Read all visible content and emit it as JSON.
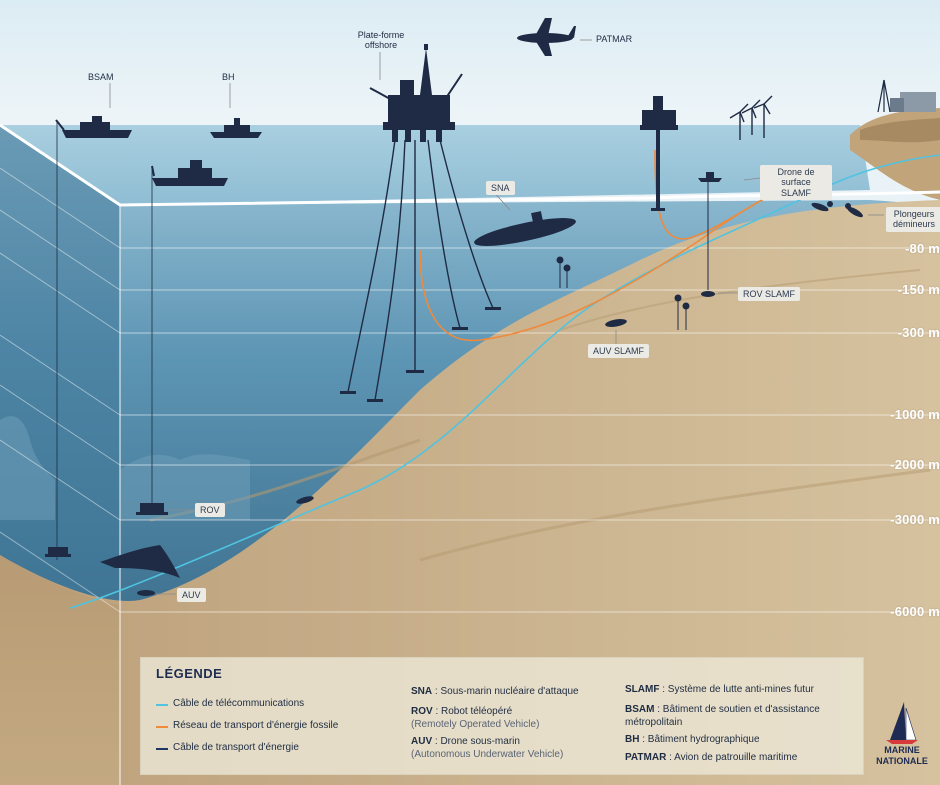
{
  "labels": {
    "bsam": "BSAM",
    "bh": "BH",
    "platform": "Plate-forme offshore",
    "patmar": "PATMAR",
    "sna": "SNA",
    "drone_surface": "Drone de surface SLAMF",
    "divers": "Plongeurs démineurs",
    "rov_slamf": "ROV SLAMF",
    "auv_slamf": "AUV SLAMF",
    "rov": "ROV",
    "auv": "AUV"
  },
  "depths": [
    "-80 m",
    "-150 m",
    "-300 m",
    "-1000 m",
    "-2000 m",
    "-3000 m",
    "-6000 m"
  ],
  "legend": {
    "title": "LÉGENDE",
    "lines": [
      {
        "label": "Câble de télécommunications",
        "color": "#4fc3e0"
      },
      {
        "label": "Réseau de transport d'énergie fossile",
        "color": "#ef8a3c"
      },
      {
        "label": "Câble de transport d'énergie",
        "color": "#1f3566"
      }
    ],
    "abbreviations_col1": [
      {
        "abbr": "SNA",
        "text": " : Sous-marin nucléaire d'attaque",
        "sub": ""
      },
      {
        "abbr": "ROV",
        "text": " : Robot téléopéré",
        "sub": "(Remotely Operated Vehicle)"
      },
      {
        "abbr": "AUV",
        "text": " : Drone sous-marin",
        "sub": "(Autonomous Underwater Vehicle)"
      }
    ],
    "abbreviations_col2": [
      {
        "abbr": "SLAMF",
        "text": " : Système de lutte anti-mines futur",
        "sub": ""
      },
      {
        "abbr": "BSAM",
        "text": " : Bâtiment de soutien et d'assistance métropolitain",
        "sub": ""
      },
      {
        "abbr": "BH",
        "text": " : Bâtiment hydrographique",
        "sub": ""
      },
      {
        "abbr": "PATMAR",
        "text": " : Avion de patrouille maritime",
        "sub": ""
      }
    ]
  },
  "logo": {
    "line1": "MARINE",
    "line2": "NATIONALE"
  },
  "colors": {
    "sky": "#e6f1f6",
    "sea": "#7fb1cc",
    "deep_sea": "#2f5f7d",
    "seabed": "#cbb490",
    "navy": "#1f2b44",
    "telecom": "#4fc3e0",
    "fossil": "#ef8a3c",
    "power": "#1f3566"
  }
}
